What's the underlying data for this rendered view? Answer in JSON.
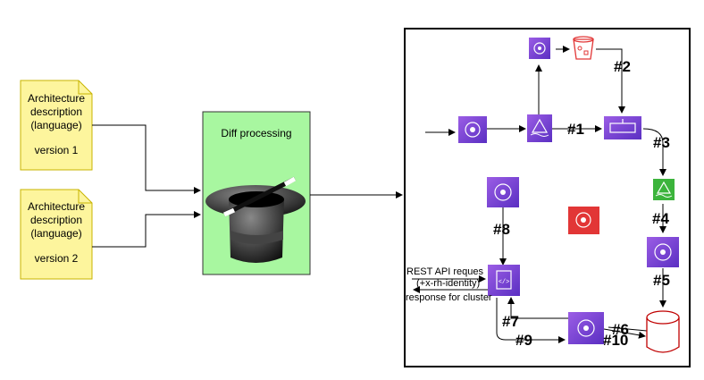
{
  "documents": [
    {
      "lines": [
        "Architecture",
        "description",
        "(language)",
        "",
        "version 1"
      ]
    },
    {
      "lines": [
        "Architecture",
        "description",
        "(language)",
        "",
        "version 2"
      ]
    }
  ],
  "processor": {
    "title": "Diff processing",
    "icon": "magic-hat-icon",
    "fill": "#a8f7a0"
  },
  "steps": {
    "s1": "#1",
    "s2": "#2",
    "s3": "#3",
    "s4": "#4",
    "s5": "#5",
    "s6": "#6",
    "s7": "#7",
    "s8": "#8",
    "s9": "#9",
    "s10": "#10"
  },
  "api": {
    "request": "REST API reques",
    "header": "(+x-rh-identity)",
    "response": "response for cluster"
  },
  "colors": {
    "note": "#fdf59d",
    "note_border": "#c8b400",
    "purple": "#7b3fd6",
    "green": "#3cb43c",
    "red": "#e23636",
    "db": "#c00000"
  }
}
